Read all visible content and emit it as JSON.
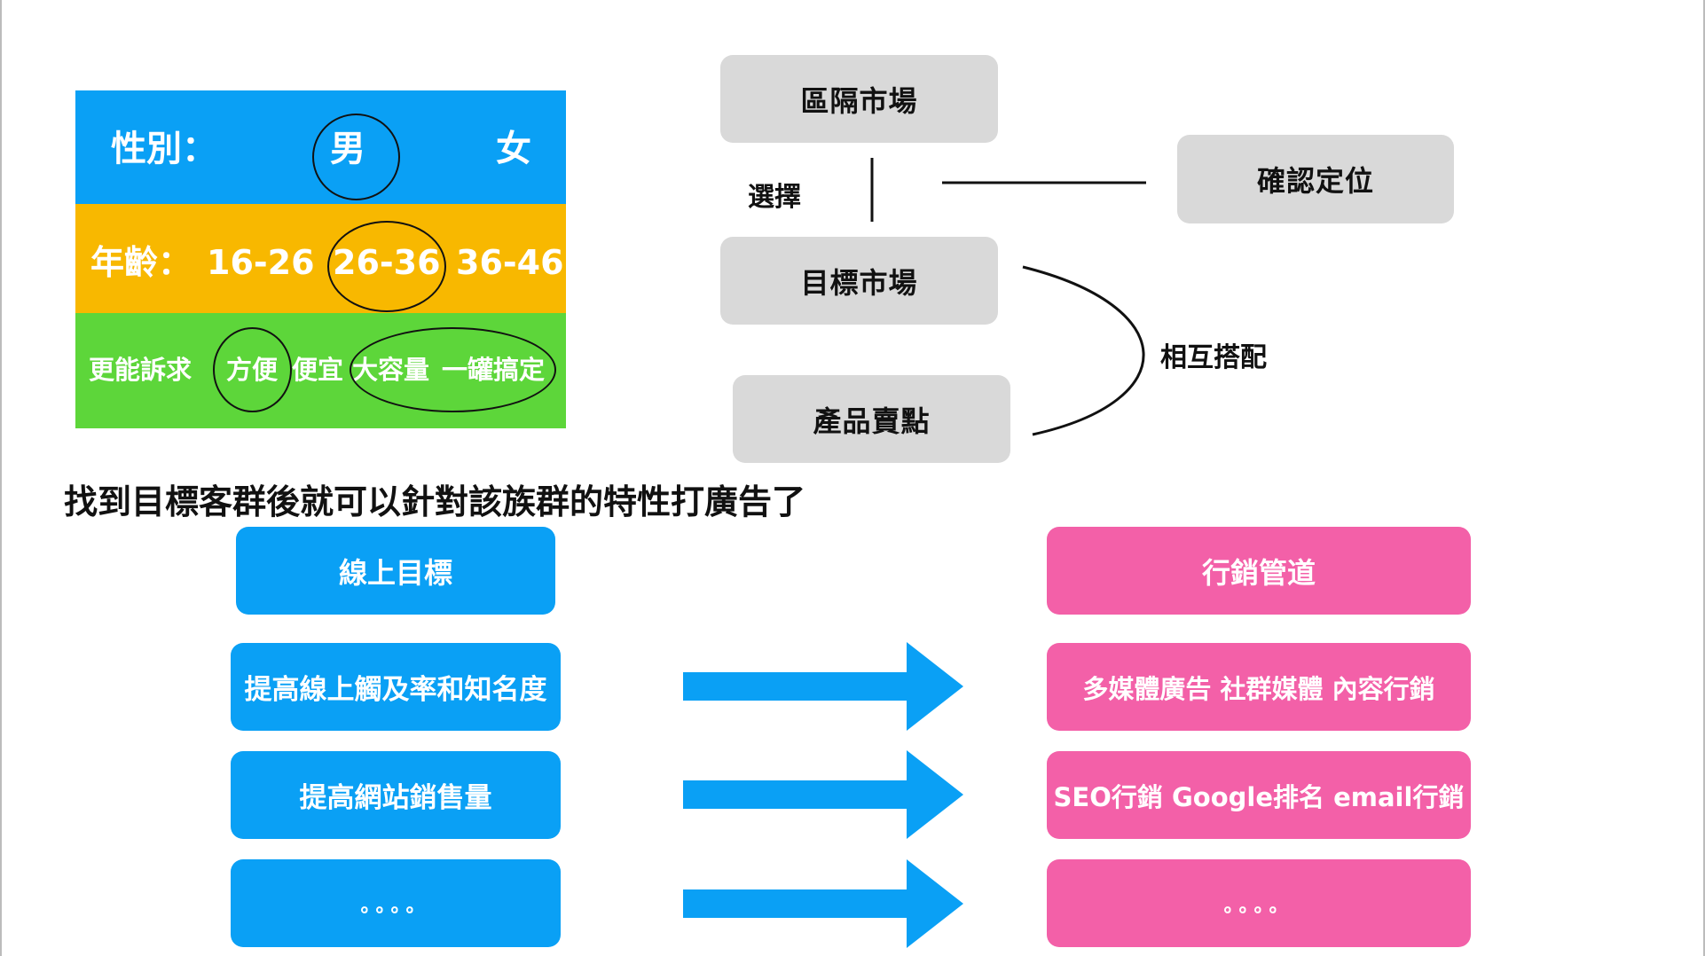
{
  "segmentation": {
    "gender_label": "性別：",
    "gender_male": "男",
    "gender_female": "女",
    "age_label": "年齡：",
    "age_1": "16-26",
    "age_2": "26-36",
    "age_3": "36-46",
    "needs_label": "更能訴求",
    "needs_1": "方便",
    "needs_2": "便宜",
    "needs_3": "大容量",
    "needs_4": "一罐搞定"
  },
  "flow": {
    "segment_market": "區隔市場",
    "select_label": "選擇",
    "target_market": "目標市場",
    "product_selling_point": "產品賣點",
    "confirm_positioning": "確認定位",
    "match_label": "相互搭配"
  },
  "heading": "找到目標客群後就可以針對該族群的特性打廣告了",
  "table": {
    "left_header": "線上目標",
    "right_header": "行銷管道",
    "rows": [
      {
        "goal": "提高線上觸及率和知名度",
        "channel": "多媒體廣告 社群媒體 內容行銷"
      },
      {
        "goal": "提高網站銷售量",
        "channel": "SEO行銷 Google排名 email行銷"
      },
      {
        "goal": "。。。。",
        "channel": "。。。。"
      }
    ]
  },
  "colors": {
    "blue": "#0aa0f5",
    "yellow": "#f8b800",
    "green": "#5dd63a",
    "pink": "#f360a8",
    "gray": "#d9d9d9"
  }
}
